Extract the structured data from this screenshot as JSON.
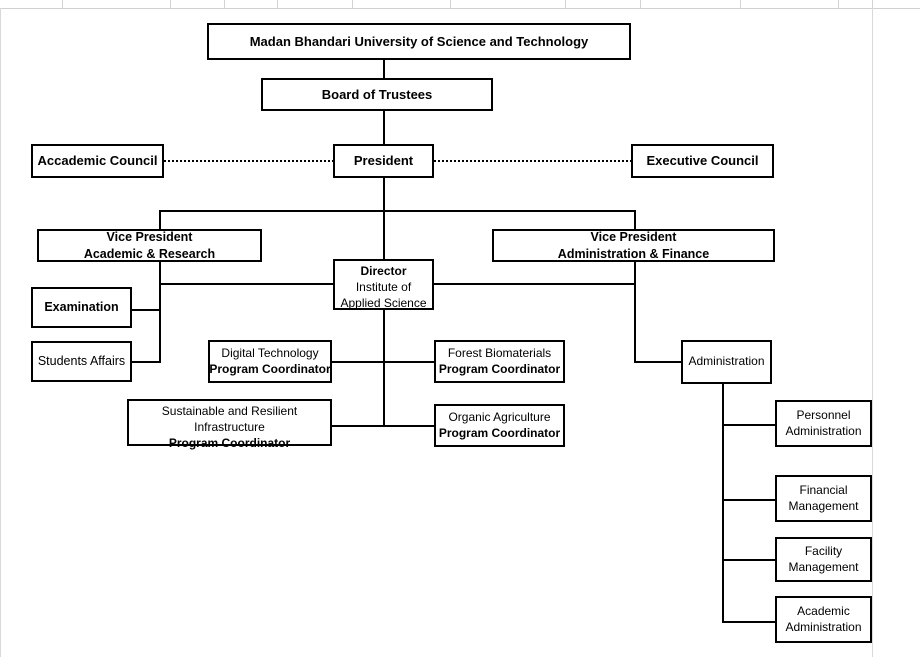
{
  "document": {
    "type": "organizational-chart",
    "title": "Madan Bhandari University of Science and Technology Organizational Chart"
  },
  "nodes": {
    "university": {
      "line1": "Madan Bhandari University of Science and Technology"
    },
    "board": {
      "line1": "Board of Trustees"
    },
    "president": {
      "line1": "President"
    },
    "academic_council": {
      "line1": "Accademic Council"
    },
    "executive_council": {
      "line1": "Executive Council"
    },
    "vp_academic": {
      "line1": "Vice President",
      "line2": "Academic & Research"
    },
    "vp_admin": {
      "line1": "Vice President",
      "line2": "Administration & Finance"
    },
    "director": {
      "line1": "Director",
      "line2": "Institute of",
      "line3": "Applied Science"
    },
    "examination": {
      "line1": "Examination"
    },
    "students_affairs": {
      "line1": "Students Affairs"
    },
    "digital_technology": {
      "line1": "Digital Technology",
      "line2": "Program Coordinator"
    },
    "forest_biomaterials": {
      "line1": "Forest Biomaterials",
      "line2": "Program Coordinator"
    },
    "sustainable_infrastructure": {
      "line1": "Sustainable and Resilient",
      "line2": "Infrastructure",
      "line3": "Program Coordinator"
    },
    "organic_agriculture": {
      "line1": "Organic Agriculture",
      "line2": "Program Coordinator"
    },
    "administration": {
      "line1": "Administration"
    },
    "personnel_administration": {
      "line1": "Personnel",
      "line2": "Administration"
    },
    "financial_management": {
      "line1": "Financial",
      "line2": "Management"
    },
    "facility_management": {
      "line1": "Facility",
      "line2": "Management"
    },
    "academic_administration": {
      "line1": "Academic",
      "line2": "Administration"
    }
  },
  "colors": {
    "box_border": "#000000",
    "connector": "#000000",
    "background": "#ffffff",
    "sheet_gridline": "#d9d9d9"
  }
}
